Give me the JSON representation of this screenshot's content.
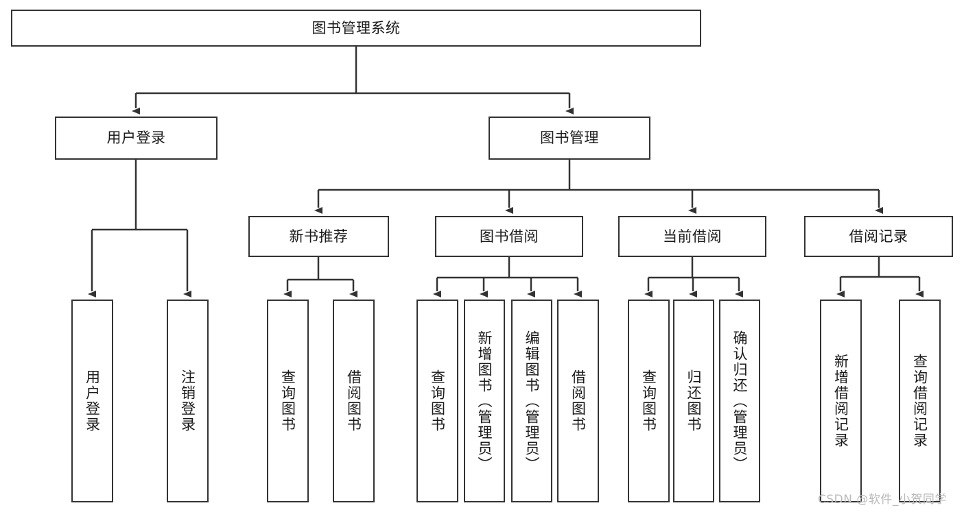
{
  "diagram": {
    "title": "图书管理系统",
    "type": "tree-hierarchy-chart",
    "watermark": "CSDN @软件_小贺同学",
    "colors": {
      "box_stroke": "#333333",
      "box_fill": "#ffffff",
      "edge": "#333333",
      "text": "#1a1a1a",
      "watermark": "#b9b9b9"
    },
    "nodes": {
      "root": {
        "label": "图书管理系统",
        "level": 1,
        "orientation": "horizontal"
      },
      "l2": [
        {
          "id": "user-login",
          "label": "用户登录",
          "level": 2,
          "orientation": "horizontal"
        },
        {
          "id": "book-manage",
          "label": "图书管理",
          "level": 2,
          "orientation": "horizontal"
        }
      ],
      "l3": [
        {
          "id": "new-book-rec",
          "label": "新书推荐",
          "level": 3,
          "orientation": "horizontal"
        },
        {
          "id": "book-borrow",
          "label": "图书借阅",
          "level": 3,
          "orientation": "horizontal"
        },
        {
          "id": "current-borrow",
          "label": "当前借阅",
          "level": 3,
          "orientation": "horizontal"
        },
        {
          "id": "borrow-record",
          "label": "借阅记录",
          "level": 3,
          "orientation": "horizontal"
        }
      ],
      "leaves": [
        {
          "id": "leaf-user-login",
          "label": "用户登录",
          "parent": "user-login",
          "orientation": "vertical"
        },
        {
          "id": "leaf-logout",
          "label": "注销登录",
          "parent": "user-login",
          "orientation": "vertical"
        },
        {
          "id": "leaf-query-book-1",
          "label": "查询图书",
          "parent": "new-book-rec",
          "orientation": "vertical"
        },
        {
          "id": "leaf-borrow-book-1",
          "label": "借阅图书",
          "parent": "new-book-rec",
          "orientation": "vertical"
        },
        {
          "id": "leaf-query-book-2",
          "label": "查询图书",
          "parent": "book-borrow",
          "orientation": "vertical"
        },
        {
          "id": "leaf-add-book",
          "label": "新增图书（管理员）",
          "parent": "book-borrow",
          "orientation": "vertical"
        },
        {
          "id": "leaf-edit-book",
          "label": "编辑图书（管理员）",
          "parent": "book-borrow",
          "orientation": "vertical"
        },
        {
          "id": "leaf-borrow-book-2",
          "label": "借阅图书",
          "parent": "book-borrow",
          "orientation": "vertical"
        },
        {
          "id": "leaf-query-book-3",
          "label": "查询图书",
          "parent": "current-borrow",
          "orientation": "vertical"
        },
        {
          "id": "leaf-return-book",
          "label": "归还图书",
          "parent": "current-borrow",
          "orientation": "vertical"
        },
        {
          "id": "leaf-confirm-return",
          "label": "确认归还（管理员）",
          "parent": "current-borrow",
          "orientation": "vertical"
        },
        {
          "id": "leaf-add-record",
          "label": "新增借阅记录",
          "parent": "borrow-record",
          "orientation": "vertical"
        },
        {
          "id": "leaf-query-record",
          "label": "查询借阅记录",
          "parent": "borrow-record",
          "orientation": "vertical"
        }
      ]
    }
  }
}
